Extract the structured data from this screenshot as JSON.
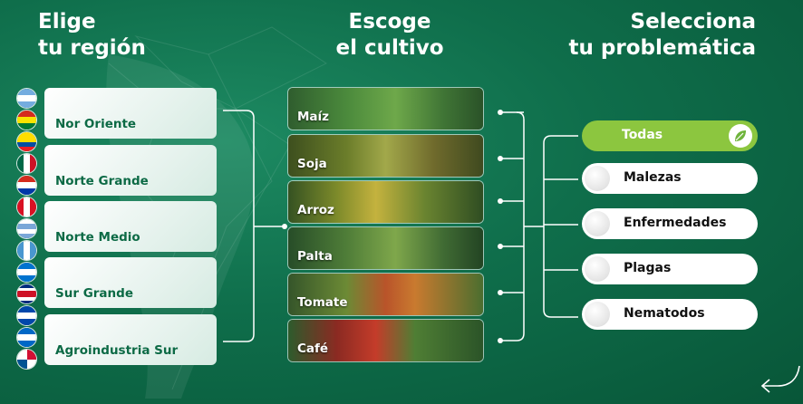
{
  "titles": {
    "region_line1": "Elige",
    "region_line2": "tu región",
    "crop_line1": "Escoge",
    "crop_line2": "el cultivo",
    "problem_line1": "Selecciona",
    "problem_line2": "tu problemática"
  },
  "regions": [
    {
      "label": "Nor Oriente"
    },
    {
      "label": "Norte Grande"
    },
    {
      "label": "Norte Medio"
    },
    {
      "label": "Sur Grande"
    },
    {
      "label": "Agroindustria Sur"
    }
  ],
  "crops": [
    {
      "label": "Maíz"
    },
    {
      "label": "Soja"
    },
    {
      "label": "Arroz"
    },
    {
      "label": "Palta"
    },
    {
      "label": "Tomate"
    },
    {
      "label": "Café"
    }
  ],
  "problems": [
    {
      "label": "Todas",
      "selected": true
    },
    {
      "label": "Malezas",
      "selected": false
    },
    {
      "label": "Enfermedades",
      "selected": false
    },
    {
      "label": "Plagas",
      "selected": false
    },
    {
      "label": "Nematodos",
      "selected": false
    }
  ],
  "icons": {
    "leaf": "leaf-icon",
    "back": "back-arrow-icon"
  },
  "colors": {
    "background": "#0f6e4b",
    "region_text": "#0c6a45",
    "selected_pill": "#8cc63f"
  }
}
